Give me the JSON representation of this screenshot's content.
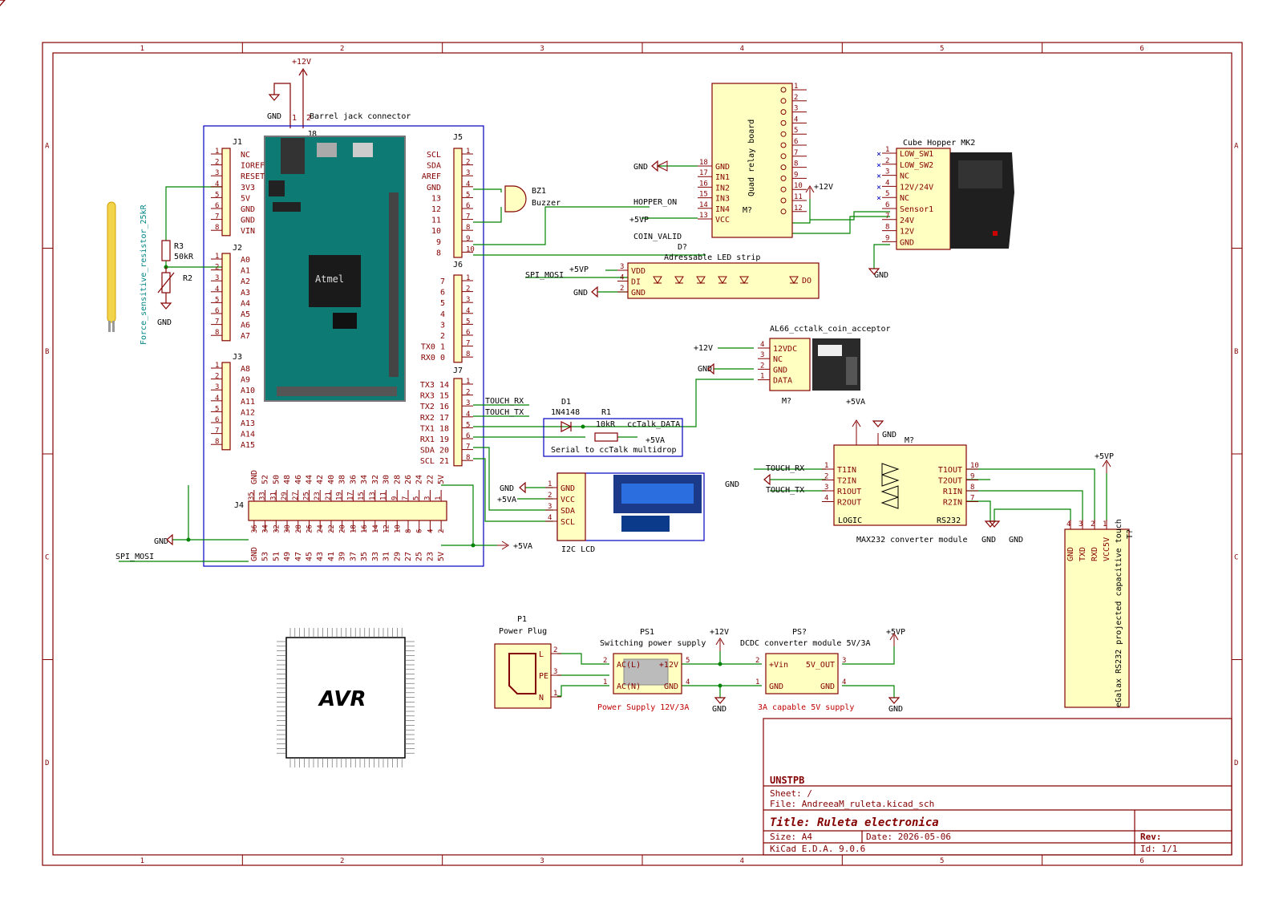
{
  "colors": {
    "frame": "#840000",
    "wire": "#008400",
    "body": "#ffffc2",
    "symbol": "#840000",
    "board": "#0000c2",
    "text": "#000000"
  },
  "frame": {
    "cols": [
      "1",
      "2",
      "3",
      "4",
      "5",
      "6"
    ],
    "rows": [
      "A",
      "B",
      "C",
      "D"
    ]
  },
  "labels": {
    "p12v_top": "+12V",
    "gnd_top": "GND",
    "barrel": "Barrel jack connector",
    "j8": "J8",
    "j1": "J1",
    "j2": "J2",
    "j3": "J3",
    "j4": "J4",
    "j5": "J5",
    "j6": "J6",
    "j7": "J7",
    "r3": "R3",
    "r3v": "50kR",
    "r2": "R2",
    "gnd_r2": "GND",
    "fsr": "Force_sensitive_resistor_25kR",
    "bz": "BZ1",
    "bzv": "Buzzer",
    "relay": "Quad relay board",
    "relay_ref": "M?",
    "gnd_relay": "GND",
    "p12v_relay": "+12V",
    "p5vp_relay": "+5VP",
    "hopper_on": "HOPPER_ON",
    "coin_valid": "COIN_VALID",
    "hopper": "Cube Hopper MK2",
    "gnd_hopper": "GND",
    "led_ref": "D?",
    "led": "Adressable LED strip",
    "spi_mosi_led": "SPI_MOSI",
    "p5vp_led": "+5VP",
    "gnd_led": "GND",
    "led_do": "DO",
    "coin": "AL66_cctalk_coin_acceptor",
    "coin_ref": "M?",
    "p12v_coin": "+12V",
    "gnd_coin": "GND",
    "touch_rx": "TOUCH_RX",
    "touch_tx": "TOUCH_TX",
    "d1": "D1",
    "d1v": "1N4148",
    "r1": "R1",
    "r1v": "10kR",
    "cctalk": "ccTalk_DATA",
    "p5va_r1": "+5VA",
    "serial": "Serial to ccTalk multidrop",
    "lcd": "I2C LCD",
    "gnd_lcd": "GND",
    "p5va_lcd": "+5VA",
    "max_ref": "M?",
    "max": "MAX232 converter module",
    "p5va_max": "+5VA",
    "gnd_max_top": "GND",
    "gnd_max_l": "GND",
    "touch_rx2": "TOUCH_RX",
    "touch_tx2": "TOUCH_TX",
    "gnd_max1": "GND",
    "gnd_max2": "GND",
    "logic": "LOGIC",
    "rs232": "RS232",
    "egalax": "eGalax RS232 projected capacitive touch",
    "egalax_ref": "T?",
    "p5vp_eg": "+5VP",
    "gnd_j4": "GND",
    "p5va_j4": "+5VA",
    "spi_mosi_j4": "SPI_MOSI",
    "p1_ref": "P1",
    "p1": "Power Plug",
    "ps1_ref": "PS1",
    "ps1": "Switching power supply",
    "ps1v": "Power Supply 12V/3A",
    "p12v_ps": "+12V",
    "gnd_ps": "GND",
    "ps2_ref": "PS?",
    "ps2": "DCDC converter module 5V/3A",
    "ps2v": "3A capable 5V supply",
    "p5vp_ps": "+5VP",
    "gnd_ps2": "GND",
    "avr": "AVR"
  },
  "pins": {
    "j1": [
      "NC",
      "IOREF",
      "RESET",
      "3V3",
      "5V",
      "GND",
      "GND",
      "VIN"
    ],
    "j2": [
      "A0",
      "A1",
      "A2",
      "A3",
      "A4",
      "A5",
      "A6",
      "A7"
    ],
    "j3": [
      "A8",
      "A9",
      "A10",
      "A11",
      "A12",
      "A13",
      "A14",
      "A15"
    ],
    "j5": [
      "SCL",
      "SDA",
      "AREF",
      "GND",
      "13",
      "12",
      "11",
      "10",
      "9",
      "8"
    ],
    "j6": [
      "7",
      "6",
      "5",
      "4",
      "3",
      "2",
      "TX0 1",
      "RX0 0"
    ],
    "j7": [
      "TX3 14",
      "RX3 15",
      "TX2 16",
      "RX2 17",
      "TX1 18",
      "RX1 19",
      "SDA 20",
      "SCL 21"
    ],
    "j4_top": [
      "GND",
      "52",
      "50",
      "48",
      "46",
      "44",
      "42",
      "40",
      "38",
      "36",
      "34",
      "32",
      "30",
      "28",
      "26",
      "24",
      "22",
      "5V"
    ],
    "j4_bot": [
      "GND",
      "53",
      "51",
      "49",
      "47",
      "45",
      "43",
      "41",
      "39",
      "37",
      "35",
      "33",
      "31",
      "29",
      "27",
      "25",
      "23",
      "5V"
    ],
    "j4_row1": [
      "35",
      "33",
      "31",
      "29",
      "27",
      "25",
      "23",
      "21",
      "19",
      "17",
      "15",
      "13",
      "11",
      "9",
      "7",
      "5",
      "3",
      "1"
    ],
    "j4_row2": [
      "36",
      "34",
      "32",
      "30",
      "28",
      "26",
      "24",
      "22",
      "20",
      "18",
      "16",
      "14",
      "12",
      "10",
      "8",
      "6",
      "4",
      "2"
    ],
    "relay_pins": [
      "GND",
      "IN1",
      "IN2",
      "IN3",
      "IN4",
      "VCC"
    ],
    "relay_nums": [
      "18",
      "17",
      "16",
      "15",
      "14",
      "13"
    ],
    "relay_right": [
      "1",
      "2",
      "3",
      "4",
      "5",
      "6",
      "7",
      "8",
      "9",
      "10",
      "11",
      "12"
    ],
    "hopper": [
      "LOW_SW1",
      "LOW_SW2",
      "NC",
      "12V/24V",
      "NC",
      "Sensor1",
      "24V",
      "12V",
      "GND"
    ],
    "coin": [
      "12VDC",
      "NC",
      "GND",
      "DATA"
    ],
    "coin_nums": [
      "4",
      "3",
      "2",
      "1"
    ],
    "led": [
      "VDD",
      "DI",
      "GND"
    ],
    "led_nums": [
      "3",
      "4",
      "2"
    ],
    "lcd": [
      "GND",
      "VCC",
      "SDA",
      "SCL"
    ],
    "max_left": [
      "T1IN",
      "T2IN",
      "R1OUT",
      "R2OUT"
    ],
    "max_right": [
      "T1OUT",
      "T2OUT",
      "R1IN",
      "R2IN"
    ],
    "max_right_nums": [
      "10",
      "9",
      "8",
      "7"
    ],
    "egalax": [
      "GND",
      "TXD",
      "RXD",
      "VCC5V"
    ],
    "egalax_nums": [
      "4",
      "3",
      "2",
      "1"
    ],
    "p1": [
      "L",
      "PE",
      "N"
    ],
    "p1_nums": [
      "2",
      "3",
      "1"
    ],
    "ps1_l": [
      "AC(L)",
      "AC(N)"
    ],
    "ps1_r": [
      "+12V",
      "GND"
    ],
    "ps2_l": [
      "+Vin",
      "GND"
    ],
    "ps2_r": [
      "5V_OUT",
      "GND"
    ]
  },
  "title_block": {
    "company": "UNSTPB",
    "sheet": "Sheet: /",
    "file": "File: AndreeaM_ruleta.kicad_sch",
    "title": "Title: Ruleta electronica",
    "size": "Size: A4",
    "date": "Date: 2026-05-06",
    "rev": "Rev:",
    "tool": "KiCad E.D.A. 9.0.6",
    "id": "Id: 1/1"
  }
}
